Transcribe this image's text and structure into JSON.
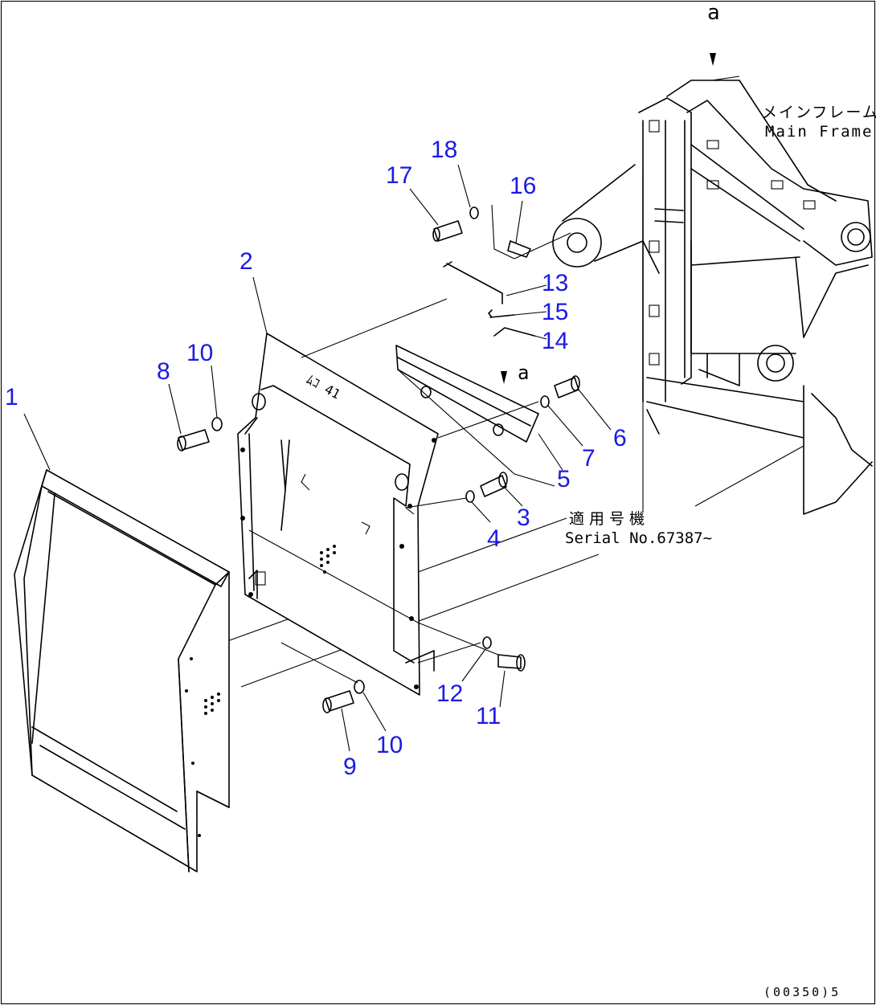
{
  "view_marker": "a",
  "view_marker_small": "a",
  "main_frame": {
    "label_jp": "メインフレーム",
    "label_en": "Main Frame"
  },
  "serial": {
    "label_jp": "適用号機",
    "label_en": "Serial No.67387~"
  },
  "drawing_code": "(00350)5",
  "parts": [
    {
      "id": "p1",
      "label": "1"
    },
    {
      "id": "p2",
      "label": "2"
    },
    {
      "id": "p3",
      "label": "3"
    },
    {
      "id": "p4",
      "label": "4"
    },
    {
      "id": "p5",
      "label": "5"
    },
    {
      "id": "p6",
      "label": "6"
    },
    {
      "id": "p7",
      "label": "7"
    },
    {
      "id": "p8",
      "label": "8"
    },
    {
      "id": "p9",
      "label": "9"
    },
    {
      "id": "p10a",
      "label": "10"
    },
    {
      "id": "p10b",
      "label": "10"
    },
    {
      "id": "p11",
      "label": "11"
    },
    {
      "id": "p12",
      "label": "12"
    },
    {
      "id": "p13",
      "label": "13"
    },
    {
      "id": "p14",
      "label": "14"
    },
    {
      "id": "p15",
      "label": "15"
    },
    {
      "id": "p16",
      "label": "16"
    },
    {
      "id": "p17",
      "label": "17"
    },
    {
      "id": "p18",
      "label": "18"
    }
  ]
}
